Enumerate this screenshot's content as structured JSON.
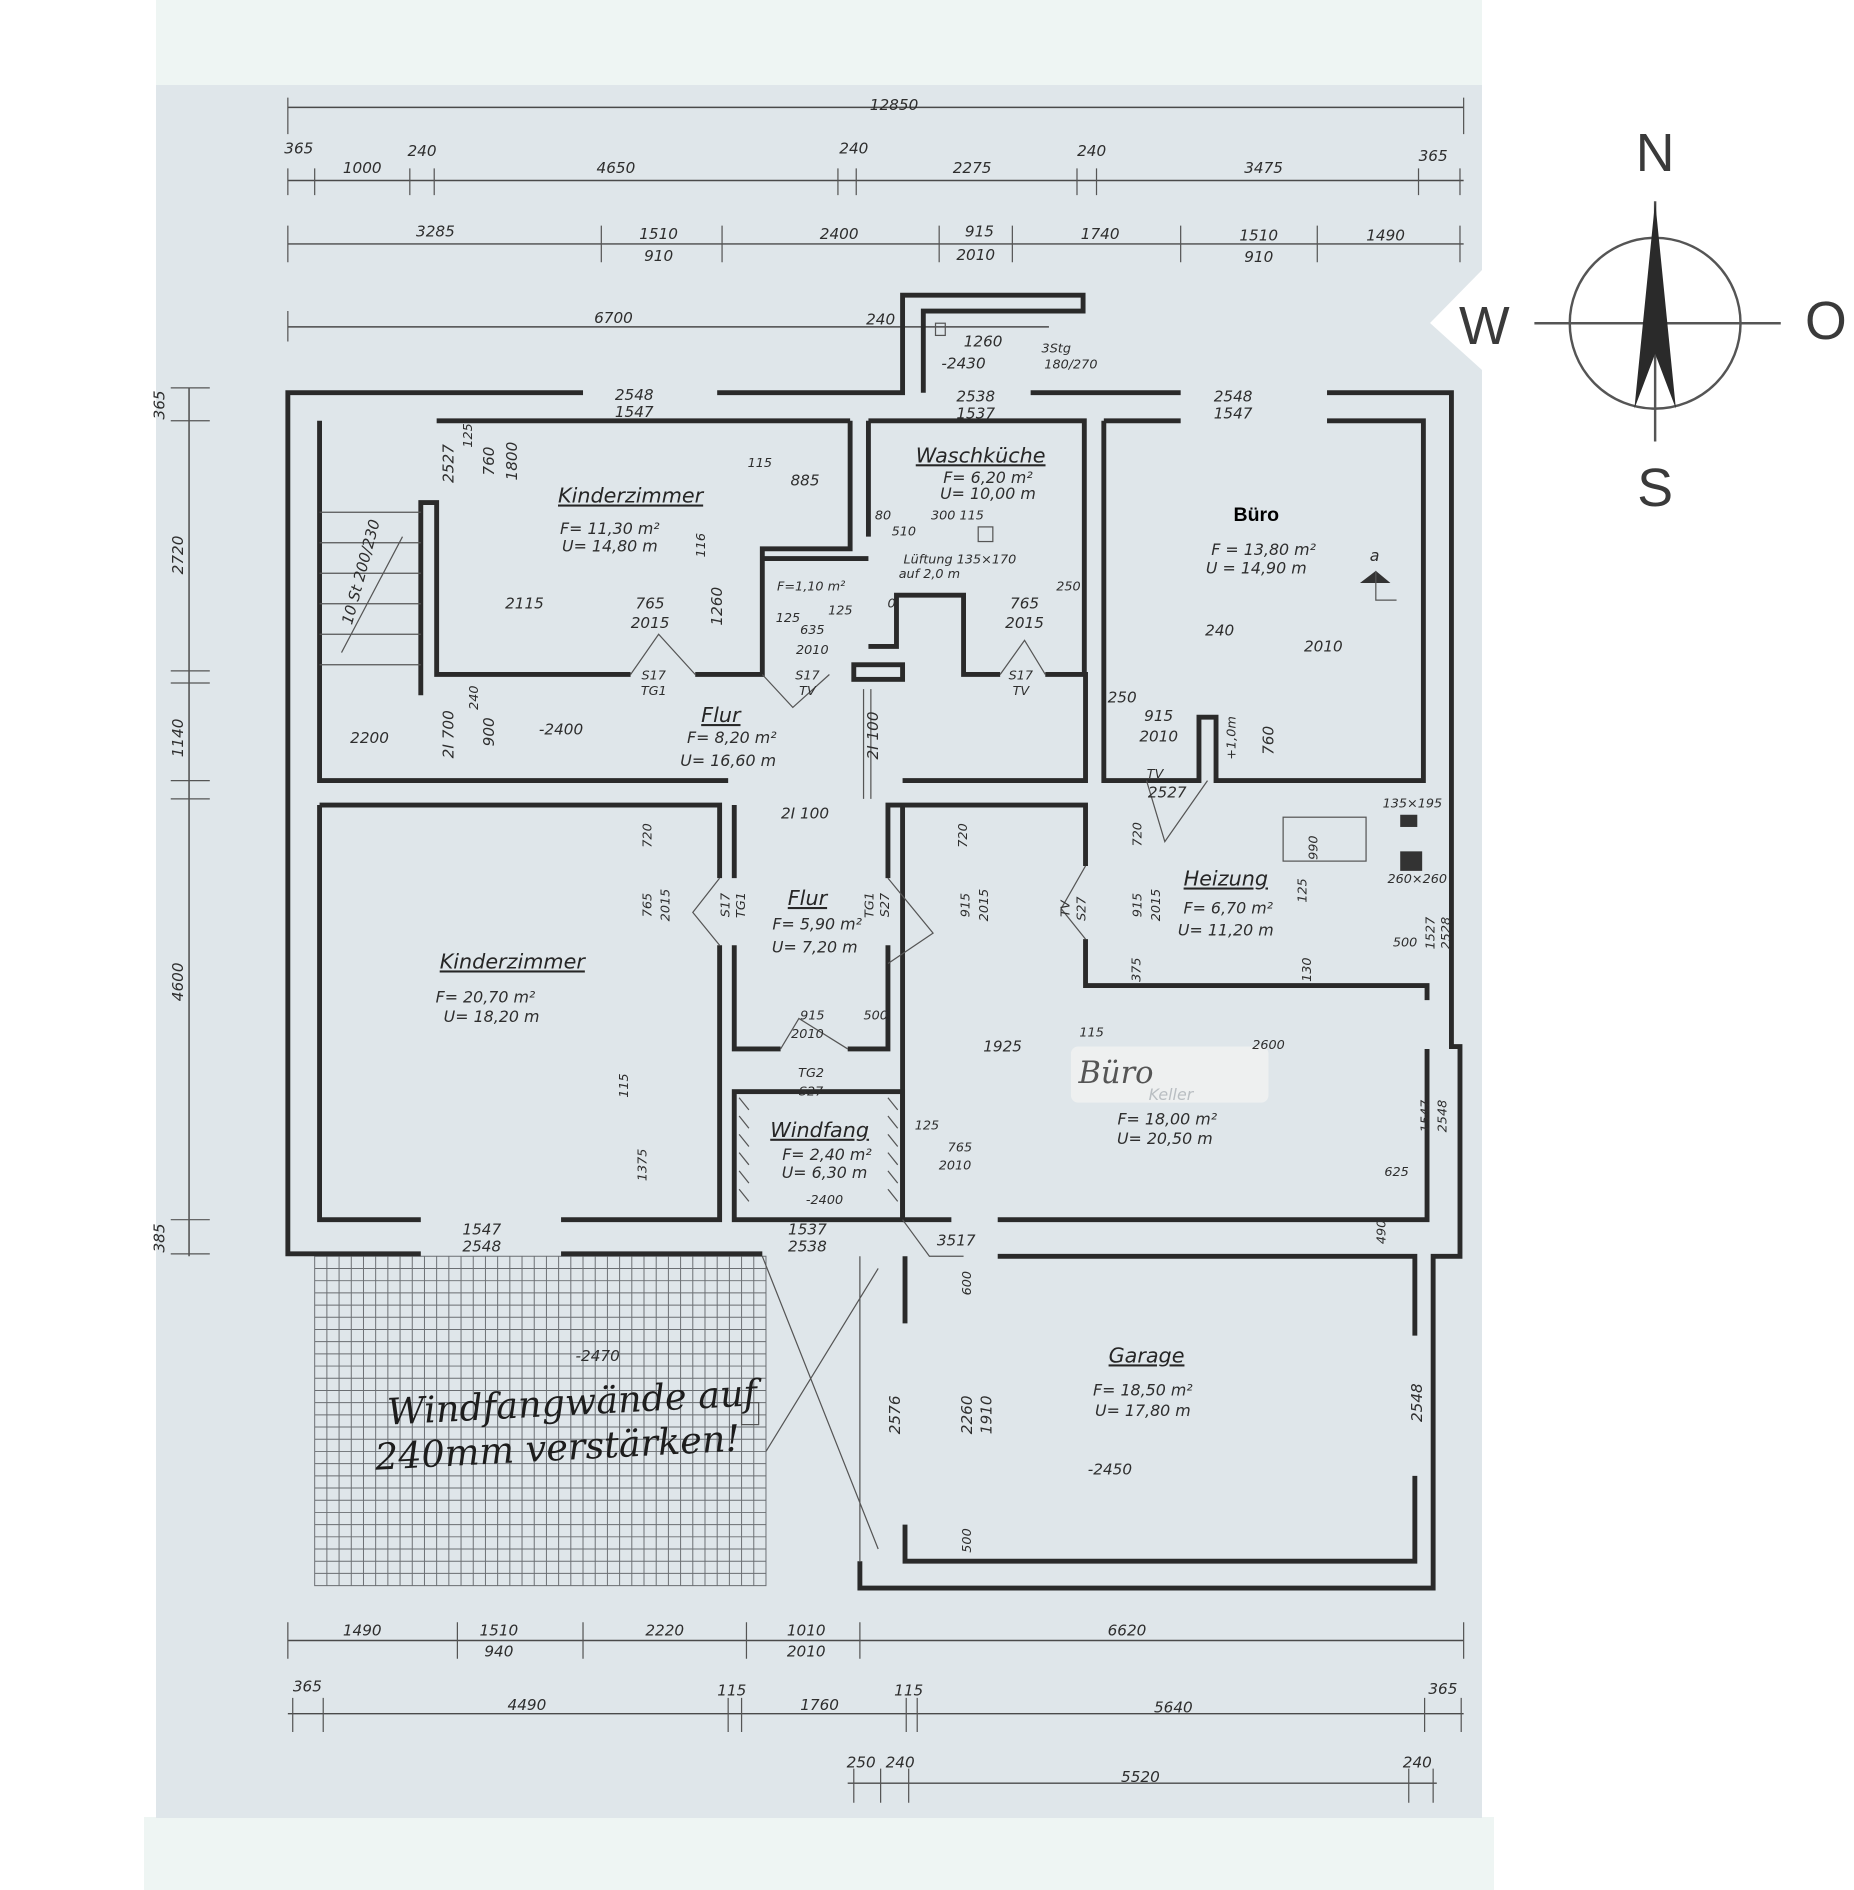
{
  "compass": {
    "north": "N",
    "south": "S",
    "west": "W",
    "east": "O"
  },
  "dimensions": {
    "top_total": "12850",
    "top_row2": [
      "365",
      "1000",
      "240",
      "4650",
      "240",
      "2275",
      "240",
      "3475",
      "365"
    ],
    "top_row3": [
      "3285",
      "1510",
      "910",
      "2400",
      "915",
      "2010",
      "1740",
      "1510",
      "910",
      "1490"
    ],
    "top_row4": [
      "6700",
      "240"
    ],
    "openings": [
      "2548",
      "1547",
      "2538",
      "1537",
      "2548",
      "1547"
    ],
    "left": [
      "365",
      "2720",
      "1140",
      "4600",
      "385"
    ],
    "bottom_row1": [
      "1490",
      "1510",
      "940",
      "2220",
      "1010",
      "2010",
      "6620"
    ],
    "bottom_row2": [
      "365",
      "4490",
      "115",
      "1760",
      "115",
      "5640",
      "365"
    ],
    "bottom_row3": [
      "250",
      "240",
      "5520",
      "240"
    ]
  },
  "stair_entry": {
    "d1": "1260",
    "level": "-2430",
    "steps": "3Stg",
    "rise": "180/270"
  },
  "rooms": {
    "staircase": {
      "label": "10 St 200/230"
    },
    "kinderzimmer_1": {
      "name": "Kinderzimmer",
      "area": "F= 11,30 m²",
      "perimeter": "U= 14,80 m",
      "dims": [
        "2527",
        "125",
        "760",
        "1800",
        "115",
        "885",
        "116",
        "2115",
        "765",
        "2015",
        "1260"
      ]
    },
    "waschkueche": {
      "name": "Waschküche",
      "area": "F= 6,20 m²",
      "perimeter": "U= 10,00 m",
      "dims": [
        "80",
        "510",
        "300 115",
        "250",
        "765",
        "2015"
      ],
      "ventilation": "Lüftung 135×170",
      "ventilation_height": "auf 2,0 m"
    },
    "wc": {
      "area": "F=1,10 m²",
      "dims": [
        "125",
        "125",
        "635",
        "2010",
        "0"
      ]
    },
    "flur_1": {
      "name": "Flur",
      "area": "F= 8,20 m²",
      "perimeter": "U= 16,60 m",
      "dims": [
        "-2400",
        "2200",
        "2I 700",
        "240",
        "900",
        "2I 100",
        "2I 100"
      ]
    },
    "buero_1": {
      "name": "Büro",
      "area": "F = 13,80 m²",
      "perimeter": "U = 14,90 m",
      "section_mark": "a",
      "dims": [
        "240",
        "2010",
        "250",
        "915",
        "2010",
        "+1,0m",
        "760",
        "TV",
        "2527"
      ]
    },
    "heizung": {
      "name": "Heizung",
      "area": "F= 6,70 m²",
      "perimeter": "U= 11,20 m",
      "dims": [
        "135×195",
        "260×260",
        "990",
        "720",
        "915",
        "2015",
        "125",
        "500",
        "1527",
        "2528",
        "375",
        "130"
      ]
    },
    "kinderzimmer_2": {
      "name": "Kinderzimmer",
      "area": "F= 20,70 m²",
      "perimeter": "U= 18,20 m",
      "dims": [
        "720",
        "765",
        "2015",
        "115",
        "1375",
        "1547",
        "2548"
      ]
    },
    "flur_2": {
      "name": "Flur",
      "area": "F= 5,90 m²",
      "perimeter": "U= 7,20 m",
      "dims": [
        "915",
        "2010",
        "500"
      ]
    },
    "windfang": {
      "name": "Windfang",
      "area": "F= 2,40 m²",
      "perimeter": "U= 6,30 m",
      "dims": [
        "-2400",
        "1537",
        "2538"
      ]
    },
    "buero_2": {
      "name": "Büro",
      "crossed_out_name": "Keller",
      "area": "F= 18,00 m²",
      "perimeter": "U= 20,50 m",
      "dims": [
        "115",
        "1925",
        "2600",
        "125",
        "765",
        "2010",
        "1547",
        "2548",
        "625",
        "490",
        "3517",
        "720",
        "915",
        "2015"
      ]
    },
    "garage": {
      "name": "Garage",
      "area": "F= 18,50 m²",
      "perimeter": "U= 17,80 m",
      "dims": [
        "-2450",
        "600",
        "2260",
        "1910",
        "500",
        "2548",
        "2576"
      ]
    },
    "terrace": {
      "level": "-2470"
    }
  },
  "doors": [
    [
      "S17",
      "TG1"
    ],
    [
      "S17",
      "TV"
    ],
    [
      "S17",
      "TV"
    ],
    [
      "S17",
      "TG1"
    ],
    [
      "TG1",
      "S27"
    ],
    [
      "TV",
      "S27"
    ],
    [
      "TG2",
      "S27"
    ]
  ],
  "note": {
    "line1": "Windfangwände auf",
    "line2": "240mm verstärken!"
  }
}
